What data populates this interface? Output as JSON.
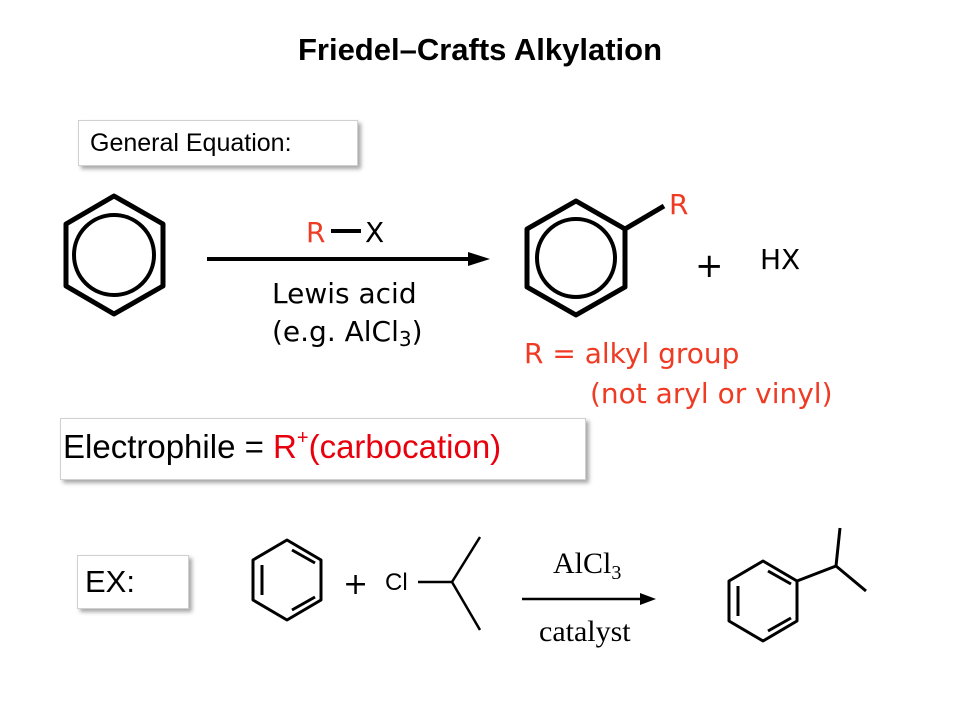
{
  "title": "Friedel–Crafts Alkylation",
  "general_label": "General Equation:",
  "reagent": {
    "r": "R",
    "x": "X",
    "line1": "Lewis acid",
    "line2_prefix": "(e.g. AlCl",
    "line2_sub": "3",
    "line2_suffix": ")"
  },
  "product": {
    "r": "R",
    "plus": "+",
    "hx": "HX"
  },
  "note": {
    "line1": "R = alkyl group",
    "line2": "(not aryl or vinyl)"
  },
  "electrophile": {
    "label": "Electrophile =",
    "r": "R",
    "charge": "+",
    "desc": "(carbocation)"
  },
  "example": {
    "label": "EX:",
    "plus": "+",
    "cl": "Cl",
    "catalyst_main": "AlCl",
    "catalyst_sub": "3",
    "catalyst_note": "catalyst"
  },
  "colors": {
    "accent_red": "#e8000c",
    "note_red": "#ef3b24"
  }
}
